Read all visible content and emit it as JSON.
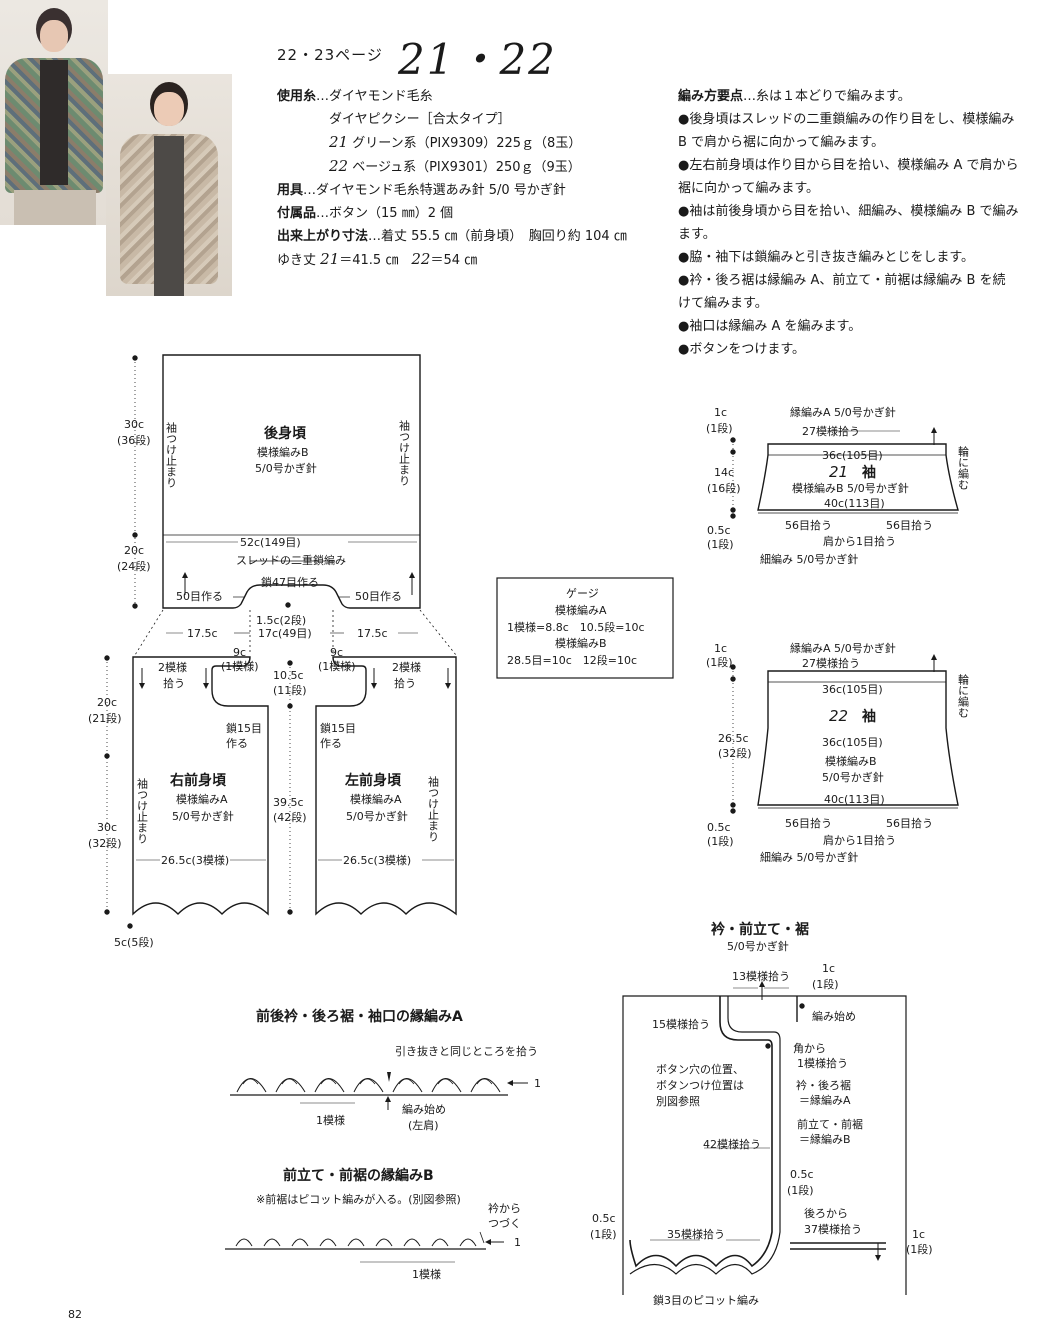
{
  "header": {
    "pages": "22・23ページ",
    "numbers": "21・22"
  },
  "materials": {
    "yarn_label": "使用糸",
    "yarn": "…ダイヤモンド毛糸",
    "yarn_name": "ダイヤピクシー［合太タイプ］",
    "color21": "グリーン系（PIX9309）225ｇ（8玉）",
    "color22": "ベージュ系（PIX9301）250ｇ（9玉）",
    "tool_label": "用具",
    "tool": "…ダイヤモンド毛糸特選あみ針 5/0 号かぎ針",
    "acc_label": "付属品",
    "acc": "…ボタン（15 ㎜）2 個",
    "size_label": "出来上がり寸法",
    "size": "…着丈 55.5 ㎝（前身頃）　胸回り約 104 ㎝",
    "yuki": "ゆき丈",
    "yuki21": "＝41.5 ㎝",
    "yuki22": "＝54 ㎝",
    "n21": "21",
    "n22": "22"
  },
  "notes": {
    "title": "編み方要点",
    "lines": [
      "…糸は１本どりで編みます。",
      "●後身頃はスレッドの二重鎖編みの作り目をし、模様編み",
      "B で肩から裾に向かって編みます。",
      "●左右前身頃は作り目から目を拾い、模様編み A で肩から",
      "裾に向かって編みます。",
      "●袖は前後身頃から目を拾い、細編み、模様編み B で編み",
      "ます。",
      "●脇・袖下は鎖編みと引き抜き編みとじをします。",
      "●衿・後ろ裾は縁編み A、前立て・前裾は縁編み B を続",
      "けて編みます。",
      "●袖口は縁編み A を編みます。",
      "●ボタンをつけます。"
    ]
  },
  "gauge": {
    "title": "ゲージ",
    "a": "模様編みA",
    "a_val": "1模様=8.8c　10.5段=10c",
    "b": "模様編みB",
    "b_val": "28.5目=10c　12段=10c"
  },
  "body": {
    "back_title": "後身頃",
    "back_pattern": "模様編みB",
    "hook": "5/0号かぎ針",
    "back_h1": "30c",
    "back_h1r": "(36段)",
    "back_h2": "20c",
    "back_h2r": "(24段)",
    "sleeve_stop": "袖つけ止まり",
    "back_width": "52c(149目)",
    "thread_chain": "スレッドの二重鎖編み",
    "chain47": "鎖47目作る",
    "make50": "50目作る",
    "neck_depth": "1.5c(2段)",
    "w175": "17.5c",
    "w17": "17c(49目)",
    "n9": "9c",
    "n9r": "(1模様)",
    "two_pat": "2模様",
    "pick": "拾う",
    "n105": "10.5c",
    "n105r": "(11段)",
    "chain15": "鎖15目",
    "make": "作る",
    "right_title": "右前身頃",
    "left_title": "左前身頃",
    "front_pattern": "模様編みA",
    "f20": "20c",
    "f20r": "(21段)",
    "f30": "30c",
    "f30r": "(32段)",
    "f395": "39.5c",
    "f395r": "(42段)",
    "f265": "26.5c(3模様)",
    "f5": "5c(5段)"
  },
  "sleeve21": {
    "top_edge": "縁編みA 5/0号かぎ針",
    "r1": "1c",
    "r1r": "(1段)",
    "pick27": "27模様拾う",
    "w36": "36c(105目)",
    "num": "21",
    "label": "袖",
    "pattern": "模様編みB 5/0号かぎ針",
    "w40": "40c(113目)",
    "h14": "14c",
    "h14r": "(16段)",
    "h05": "0.5c",
    "h05r": "(1段)",
    "pick56": "56目拾う",
    "shoulder": "肩から1目拾う",
    "sc": "細編み 5/0号かぎ針",
    "ring": "輪に編む"
  },
  "sleeve22": {
    "top_edge": "縁編みA 5/0号かぎ針",
    "r1": "1c",
    "r1r": "(1段)",
    "pick27": "27模様拾う",
    "w36": "36c(105目)",
    "num": "22",
    "label": "袖",
    "pattern": "模様編みB",
    "hook": "5/0号かぎ針",
    "w40": "40c(113目)",
    "h265": "26.5c",
    "h265r": "(32段)",
    "h05": "0.5c",
    "h05r": "(1段)",
    "pick56": "56目拾う",
    "shoulder": "肩から1目拾う",
    "sc": "細編み 5/0号かぎ針",
    "ring": "輪に編む"
  },
  "edgeA": {
    "title": "前後衿・後ろ裾・袖口の縁編みA",
    "note": "引き抜きと同じところを拾う",
    "row": "1",
    "rep": "1模様",
    "start": "編み始め",
    "start2": "(左肩)"
  },
  "edgeB": {
    "title": "前立て・前裾の縁編みB",
    "note": "※前裾はピコット編みが入る。(別図参照)",
    "cont1": "衿から",
    "cont2": "つづく",
    "row": "1",
    "rep": "1模様"
  },
  "collar": {
    "title": "衿・前立て・裾",
    "hook": "5/0号かぎ針",
    "p13": "13模様拾う",
    "c1": "1c",
    "c1r": "(1段)",
    "start": "編み始め",
    "p15": "15模様拾う",
    "corner1": "角から",
    "corner2": "1模様拾う",
    "btn1": "ボタン穴の位置、",
    "btn2": "ボタンつけ位置は",
    "btn3": "別図参照",
    "eqA1": "衿・後ろ裾",
    "eqA2": "＝縁編みA",
    "eqB1": "前立て・前裾",
    "eqB2": "＝縁編みB",
    "p42": "42模様拾う",
    "c05": "0.5c",
    "c05r": "(1段)",
    "back1": "後ろから",
    "p37": "37模様拾う",
    "l05": "0.5c",
    "l05r": "(1段)",
    "p35": "35模様拾う",
    "r1": "1c",
    "r1r": "(1段)",
    "picot": "鎖3目のピコット編み"
  },
  "page_number": "82"
}
